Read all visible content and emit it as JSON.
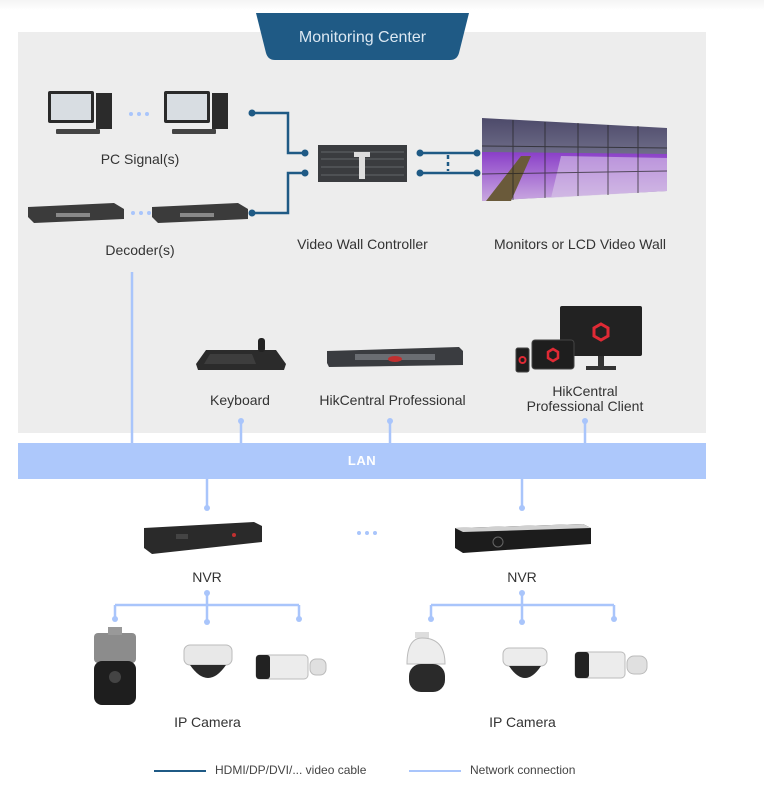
{
  "header": {
    "title": "Monitoring Center"
  },
  "colors": {
    "panel": "#ededed",
    "tab": "#1f5a85",
    "video_cable": "#1f5a85",
    "network": "#a9c5fb"
  },
  "nodes": {
    "pc_signals": {
      "label": "PC Signal(s)",
      "icon": "desktop-computer-icon"
    },
    "decoders": {
      "label": "Decoder(s)",
      "icon": "decoder-icon"
    },
    "video_wall_controller": {
      "label": "Video Wall  Controller",
      "icon": "video-wall-controller-icon"
    },
    "video_wall": {
      "label": "Monitors or LCD Video Wall",
      "icon": "video-wall-icon"
    },
    "keyboard": {
      "label": "Keyboard",
      "icon": "joystick-keyboard-icon"
    },
    "hikcentral_server": {
      "label": "HikCentral Professional",
      "icon": "rack-server-icon"
    },
    "hikcentral_client": {
      "label_line1": "HikCentral",
      "label_line2": "Professional Client",
      "icon": "client-devices-icon"
    },
    "lan": {
      "label": "LAN"
    },
    "nvr_left": {
      "label": "NVR",
      "icon": "nvr-icon"
    },
    "nvr_right": {
      "label": "NVR",
      "icon": "nvr-icon"
    },
    "cameras_left": {
      "label": "IP Camera",
      "icons": [
        "ptz-camera-icon",
        "dome-camera-icon",
        "bullet-camera-icon"
      ]
    },
    "cameras_right": {
      "label": "IP Camera",
      "icons": [
        "speed-dome-camera-icon",
        "dome-camera-icon",
        "bullet-camera-icon"
      ]
    }
  },
  "legend": [
    {
      "label": "HDMI/DP/DVI/... video cable",
      "type": "video_cable"
    },
    {
      "label": "Network connection",
      "type": "network"
    }
  ]
}
